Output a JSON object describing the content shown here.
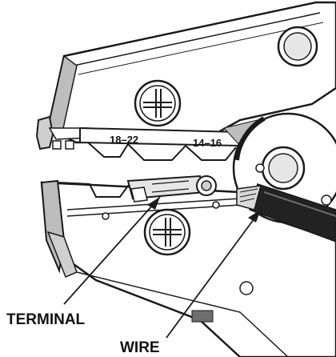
{
  "diagram": {
    "gauge_labels": {
      "left": "18–22",
      "right": "14–16"
    },
    "callouts": {
      "terminal": "TERMINAL",
      "wire": "WIRE"
    },
    "colors": {
      "outline": "#1a1a1a",
      "tool_body": "#ffffff",
      "shading": "#bdbdbd",
      "wire_insulation": "#222222",
      "wire_conductor": "#d9d9d9",
      "accent_block": "#6e6e6e"
    }
  }
}
